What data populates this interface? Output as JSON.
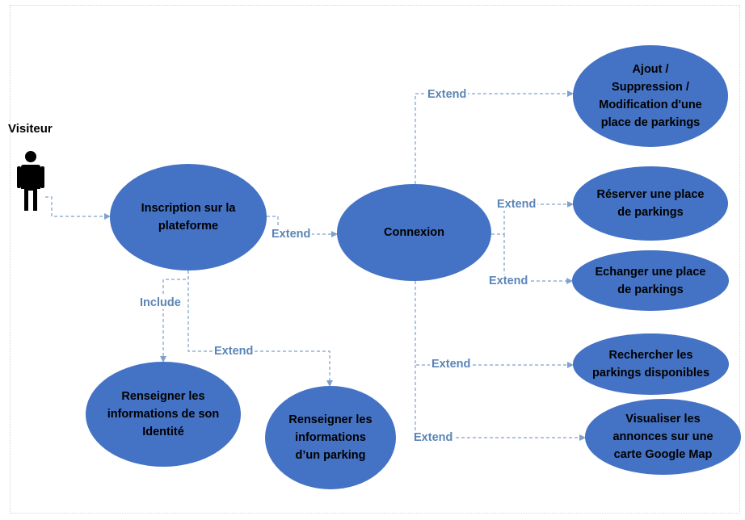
{
  "actor": {
    "label": "Visiteur",
    "icon": "person-icon"
  },
  "colors": {
    "usecase_fill": "#4472c4",
    "connector": "#7fa1cc",
    "relation_label": "#5b85b8"
  },
  "use_cases": {
    "inscription": "Inscription sur la\nplateforme",
    "connexion": "Connexion",
    "ajout": "Ajout /\nSuppression /\nModification d'une\nplace de parkings",
    "reserver": "Réserver une place\nde parkings",
    "echanger": "Echanger une place\nde parkings",
    "rechercher": "Rechercher les\nparkings disponibles",
    "visualiser": "Visualiser les\nannonces sur une\ncarte Google Map",
    "identite": "Renseigner les\ninformations de son\nIdentité",
    "parking": "Renseigner les\ninformations\nd’un parking"
  },
  "relations": {
    "inscription_connexion": "Extend",
    "inscription_identite": "Include",
    "inscription_parking": "Extend",
    "connexion_ajout": "Extend",
    "connexion_reserver": "Extend",
    "connexion_echanger": "Extend",
    "connexion_rechercher": "Extend",
    "connexion_visualiser": "Extend"
  }
}
